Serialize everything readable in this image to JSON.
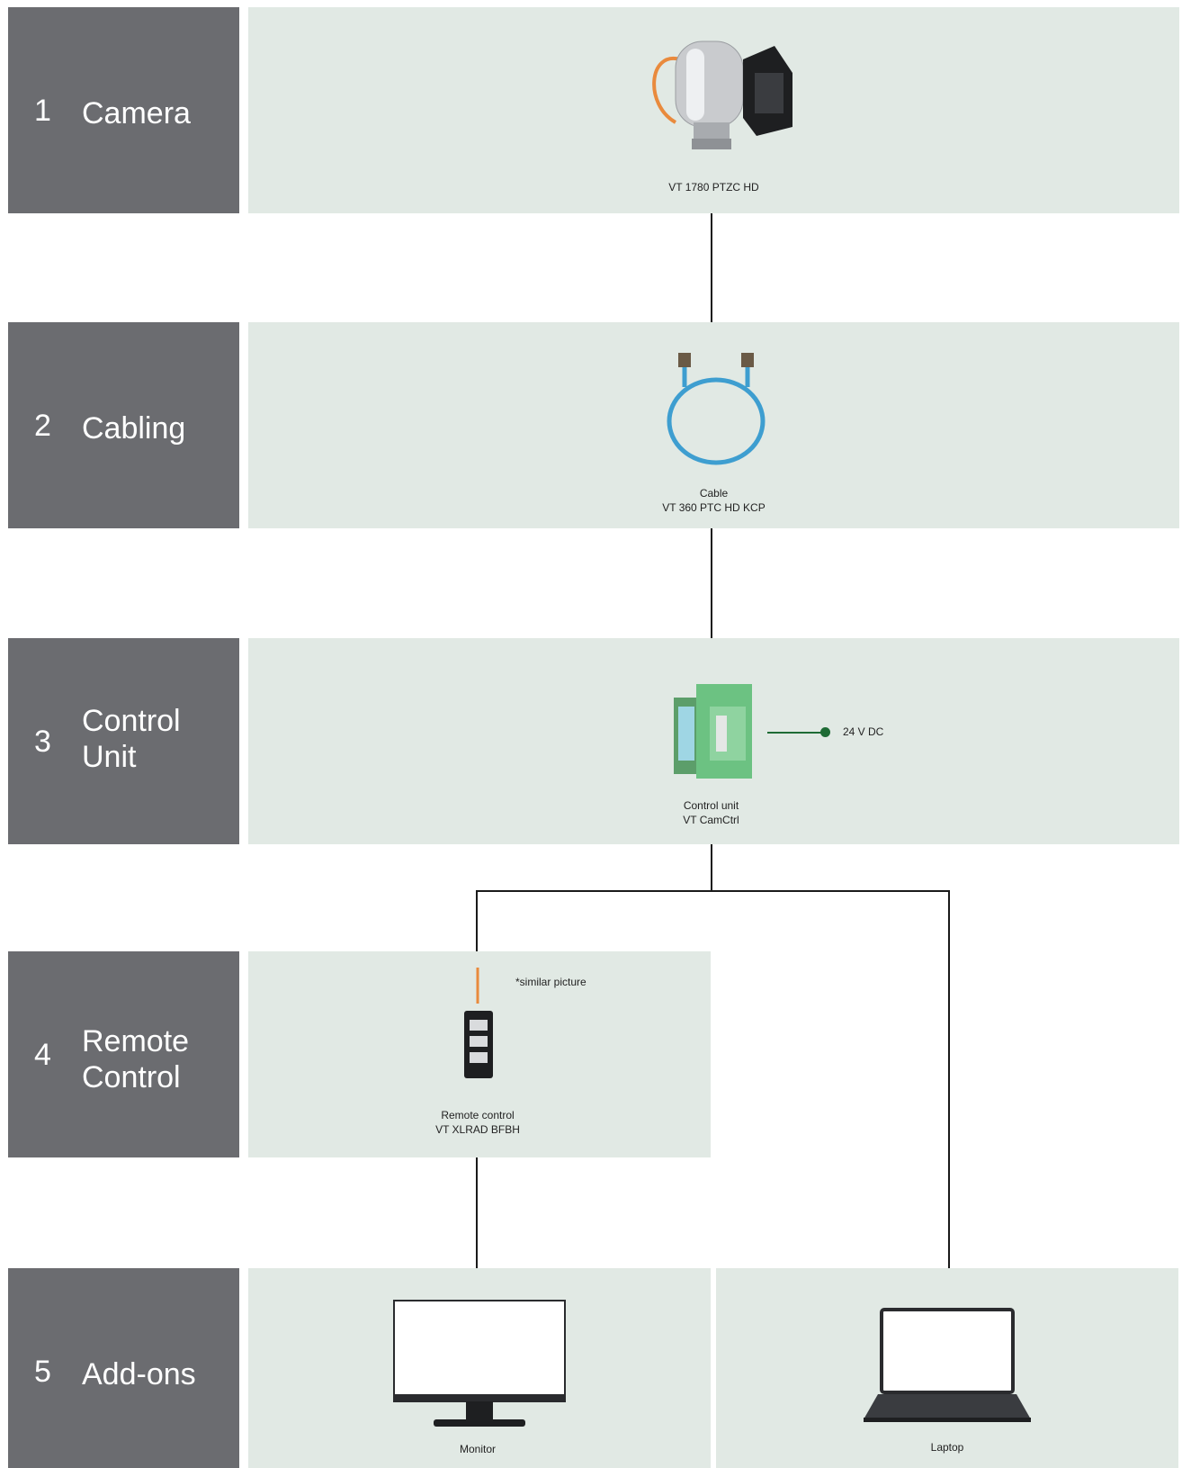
{
  "steps": [
    {
      "number": "1",
      "title": "Camera"
    },
    {
      "number": "2",
      "title": "Cabling"
    },
    {
      "number": "3",
      "title": "Control Unit"
    },
    {
      "number": "4",
      "title": "Remote Control"
    },
    {
      "number": "5",
      "title": "Add-ons"
    }
  ],
  "camera": {
    "caption": "VT 1780 PTZC HD"
  },
  "cabling": {
    "caption_line1": "Cable",
    "caption_line2": "VT 360 PTC HD KCP"
  },
  "control_unit": {
    "caption_line1": "Control unit",
    "caption_line2": "VT CamCtrl",
    "power_label": "24 V DC"
  },
  "remote": {
    "caption_line1": "Remote control",
    "caption_line2": "VT XLRAD BFBH",
    "note": "*similar picture"
  },
  "addons": {
    "monitor_caption": "Monitor",
    "laptop_caption": "Laptop"
  },
  "colors": {
    "step_bg": "#6b6c70",
    "panel_bg": "#e1e9e4",
    "power_line": "#1e6b35"
  }
}
